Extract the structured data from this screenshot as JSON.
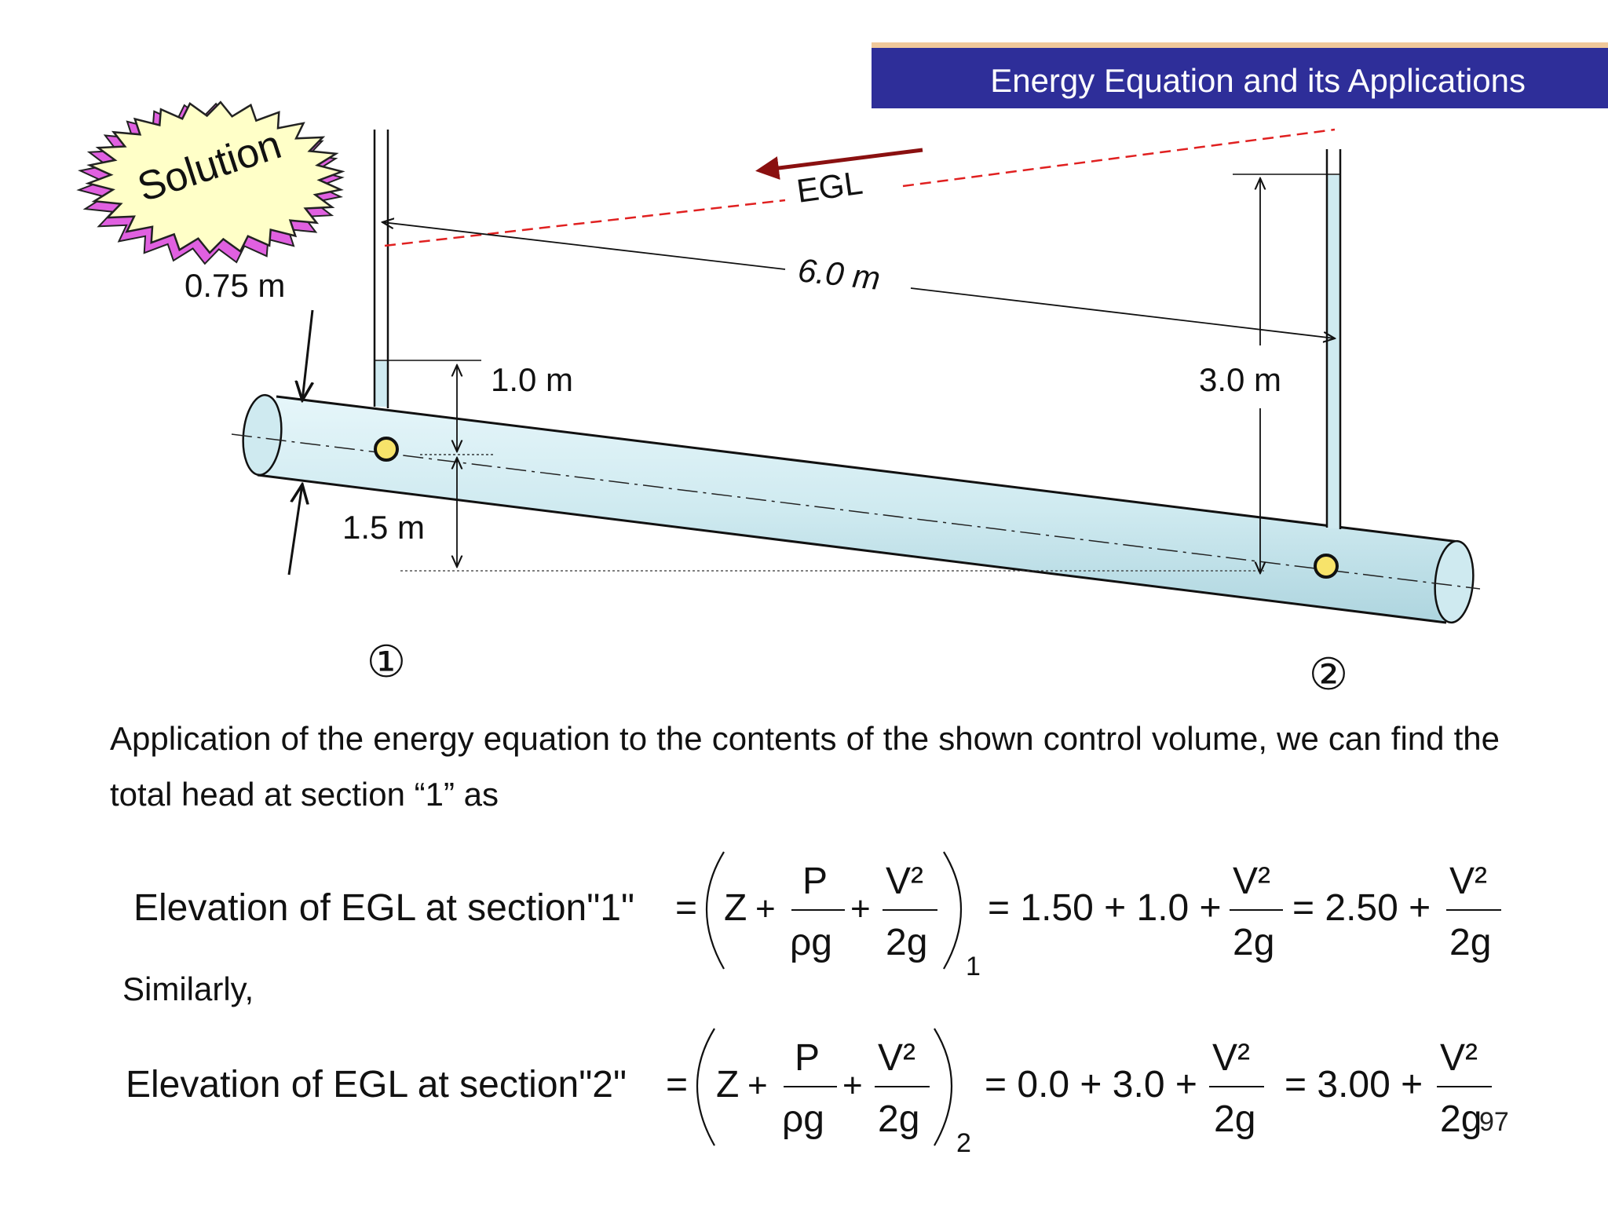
{
  "header": {
    "title": "Energy Equation and its Applications"
  },
  "badge": {
    "label": "Solution"
  },
  "diagram": {
    "labels": {
      "egl": "EGL",
      "length": "6.0 m",
      "diameter": "0.75 m",
      "pressure_head_1": "1.0 m",
      "pressure_head_2": "3.0 m",
      "elevation_1": "1.5 m",
      "section_1": "①",
      "section_2": "②"
    }
  },
  "body": {
    "paragraph": "Application of the energy equation to the contents of the shown control volume, we can find the total head at section “1” as",
    "similarly": "Similarly,"
  },
  "equations": {
    "eq1": {
      "lhs": "Elevation of EGL at section\"1\"",
      "subscript": "1",
      "middle": "= 1.50 + 1.0 +",
      "result": "= 2.50 +"
    },
    "eq2": {
      "lhs": "Elevation of EGL at section\"2\"",
      "subscript": "2",
      "middle": "= 0.0 + 3.0 +",
      "result": "= 3.00 +"
    },
    "symbols": {
      "equals": "=",
      "z": "Z",
      "plus": "+",
      "p": "P",
      "rho_g": "ρg",
      "v2": "V²",
      "two_g": "2g"
    }
  },
  "footer": {
    "page_number": "97"
  },
  "colors": {
    "banner": "#2e2e99",
    "egl_line": "#e02020",
    "flow_arrow": "#8a1010",
    "pipe_fill": "#cfeaf0",
    "marker": "#f7e36a"
  }
}
